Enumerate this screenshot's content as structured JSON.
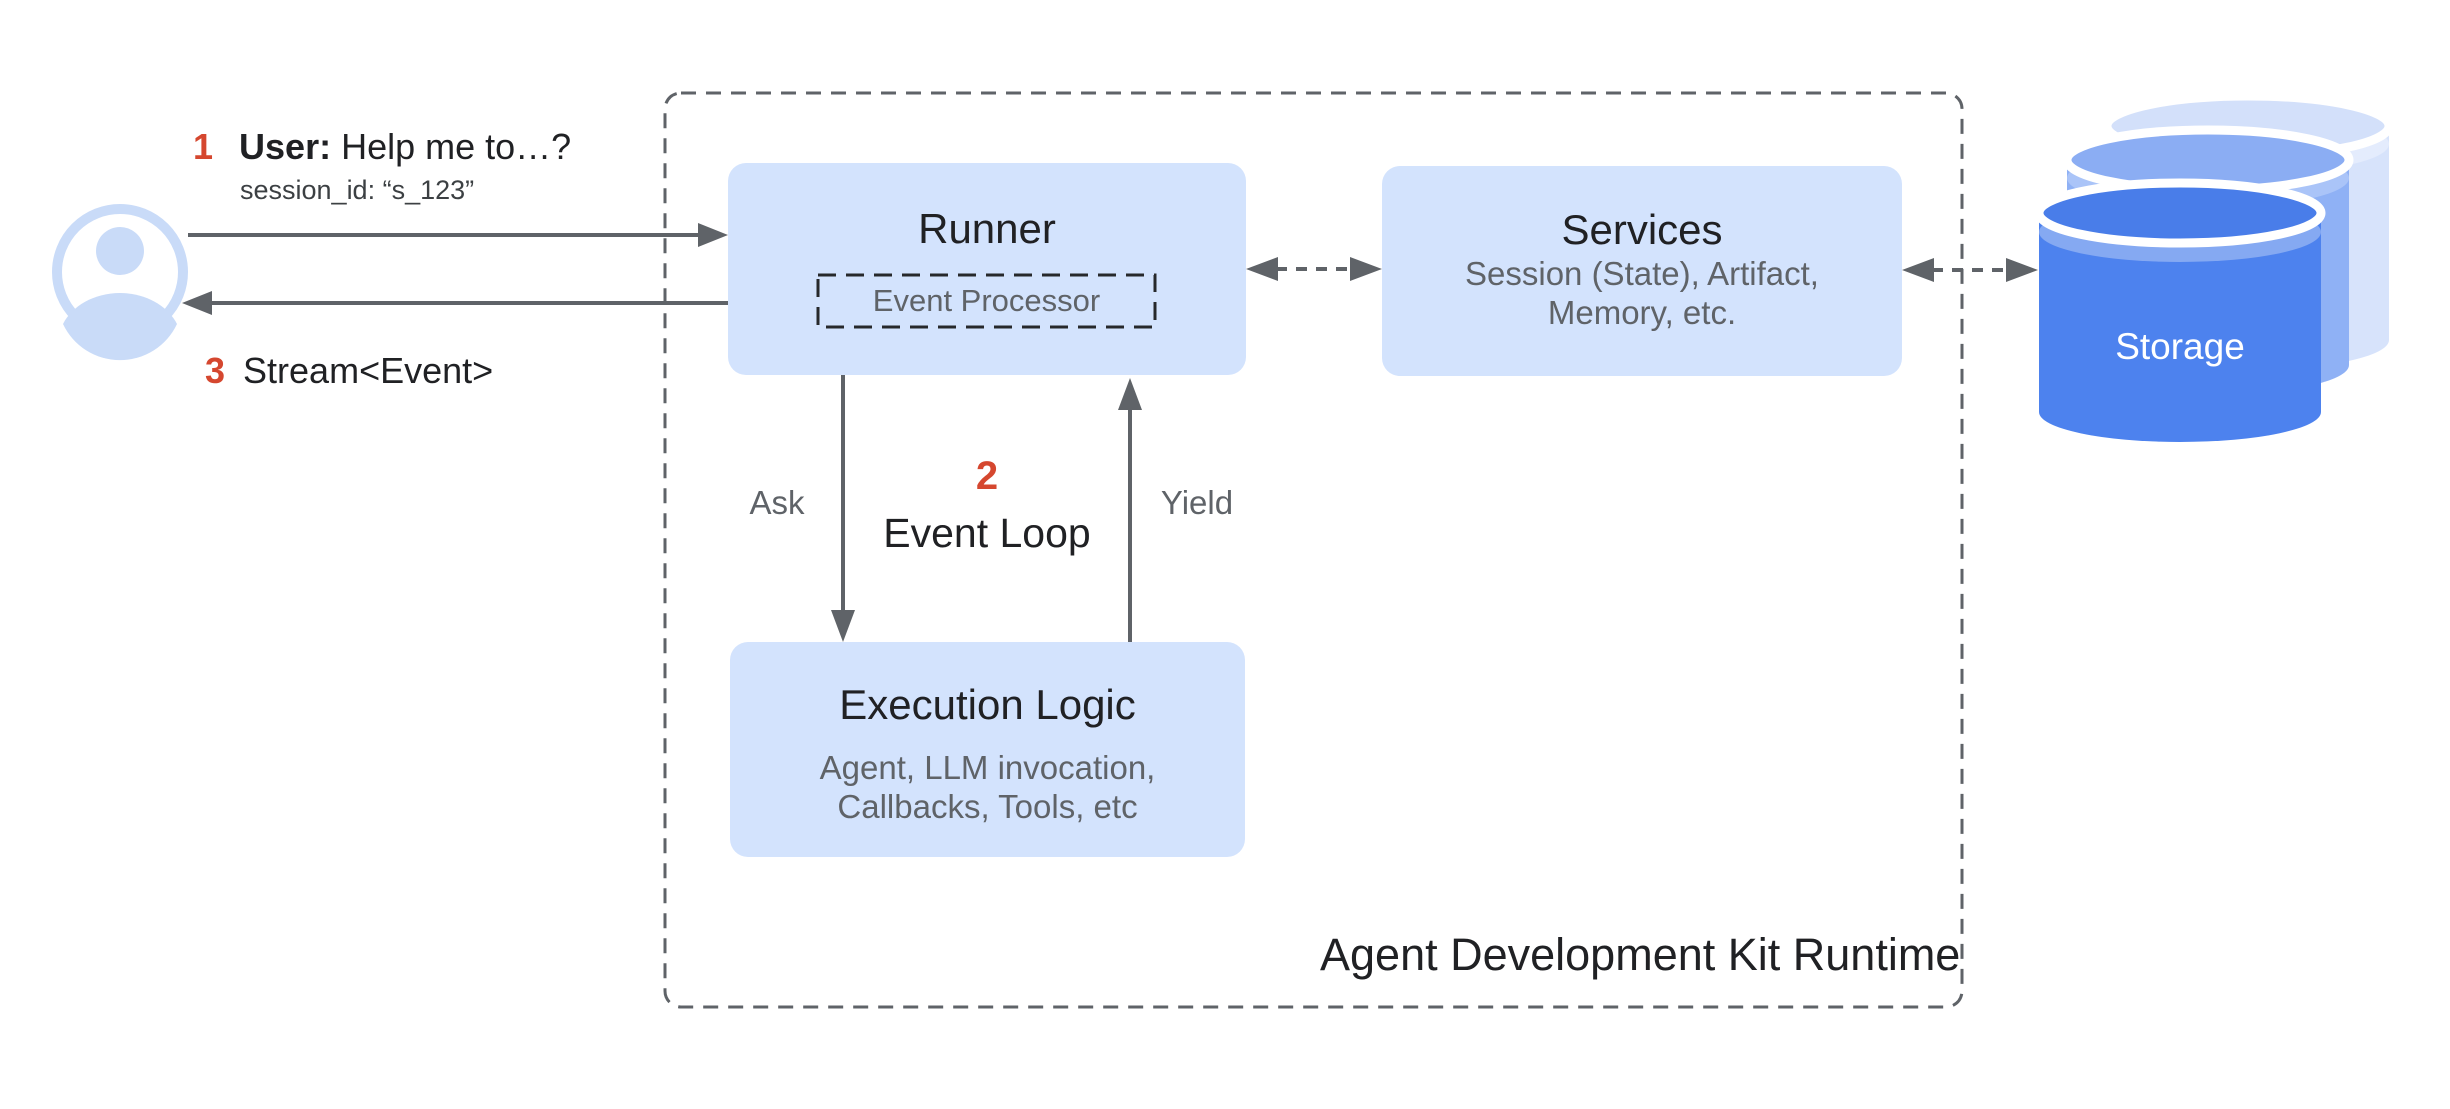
{
  "diagram": {
    "container_label": "Agent Development Kit Runtime",
    "user_flow": {
      "step1": {
        "number": "1",
        "actor": "User:",
        "message": "Help me to…?",
        "session": "session_id: “s_123”"
      },
      "step2": {
        "number": "2",
        "label": "Event Loop"
      },
      "step3": {
        "number": "3",
        "label": "Stream<Event>"
      }
    },
    "edges": {
      "ask": "Ask",
      "yield": "Yield"
    },
    "nodes": {
      "runner": {
        "title": "Runner",
        "subcomponent": "Event Processor"
      },
      "services": {
        "title": "Services",
        "subtitle_lines": [
          "Session (State), Artifact,",
          "Memory, etc."
        ]
      },
      "execution_logic": {
        "title": "Execution Logic",
        "subtitle_lines": [
          "Agent, LLM invocation,",
          "Callbacks, Tools, etc"
        ]
      },
      "storage": {
        "label": "Storage"
      }
    },
    "palette": {
      "node_fill": "#d3e3fd",
      "accent_red": "#d5472f",
      "text_dark": "#202124",
      "text_gray": "#5f6368",
      "arrow_gray": "#5f6368",
      "storage_front": "#4d82ee",
      "storage_mid": "#8fb1f5",
      "storage_back": "#d7e3fb"
    }
  }
}
